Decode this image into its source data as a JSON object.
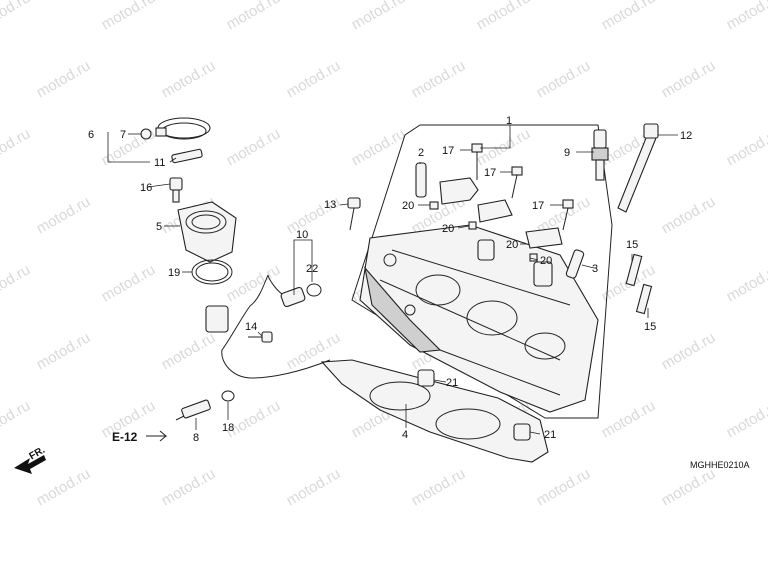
{
  "watermark": "motod.ru",
  "diagram_code": "MGHHE0210A",
  "ref_label": "E-12",
  "direction_label": "FR.",
  "callouts": {
    "c1": "1",
    "c2": "2",
    "c3": "3",
    "c4": "4",
    "c5": "5",
    "c6": "6",
    "c7": "7",
    "c8": "8",
    "c9": "9",
    "c10": "10",
    "c11": "11",
    "c12": "12",
    "c13": "13",
    "c14": "14",
    "c15a": "15",
    "c15b": "15",
    "c16": "16",
    "c17a": "17",
    "c17b": "17",
    "c17c": "17",
    "c18": "18",
    "c19": "19",
    "c20a": "20",
    "c20b": "20",
    "c20c": "20",
    "c20d": "20",
    "c21a": "21",
    "c21b": "21",
    "c22": "22"
  }
}
